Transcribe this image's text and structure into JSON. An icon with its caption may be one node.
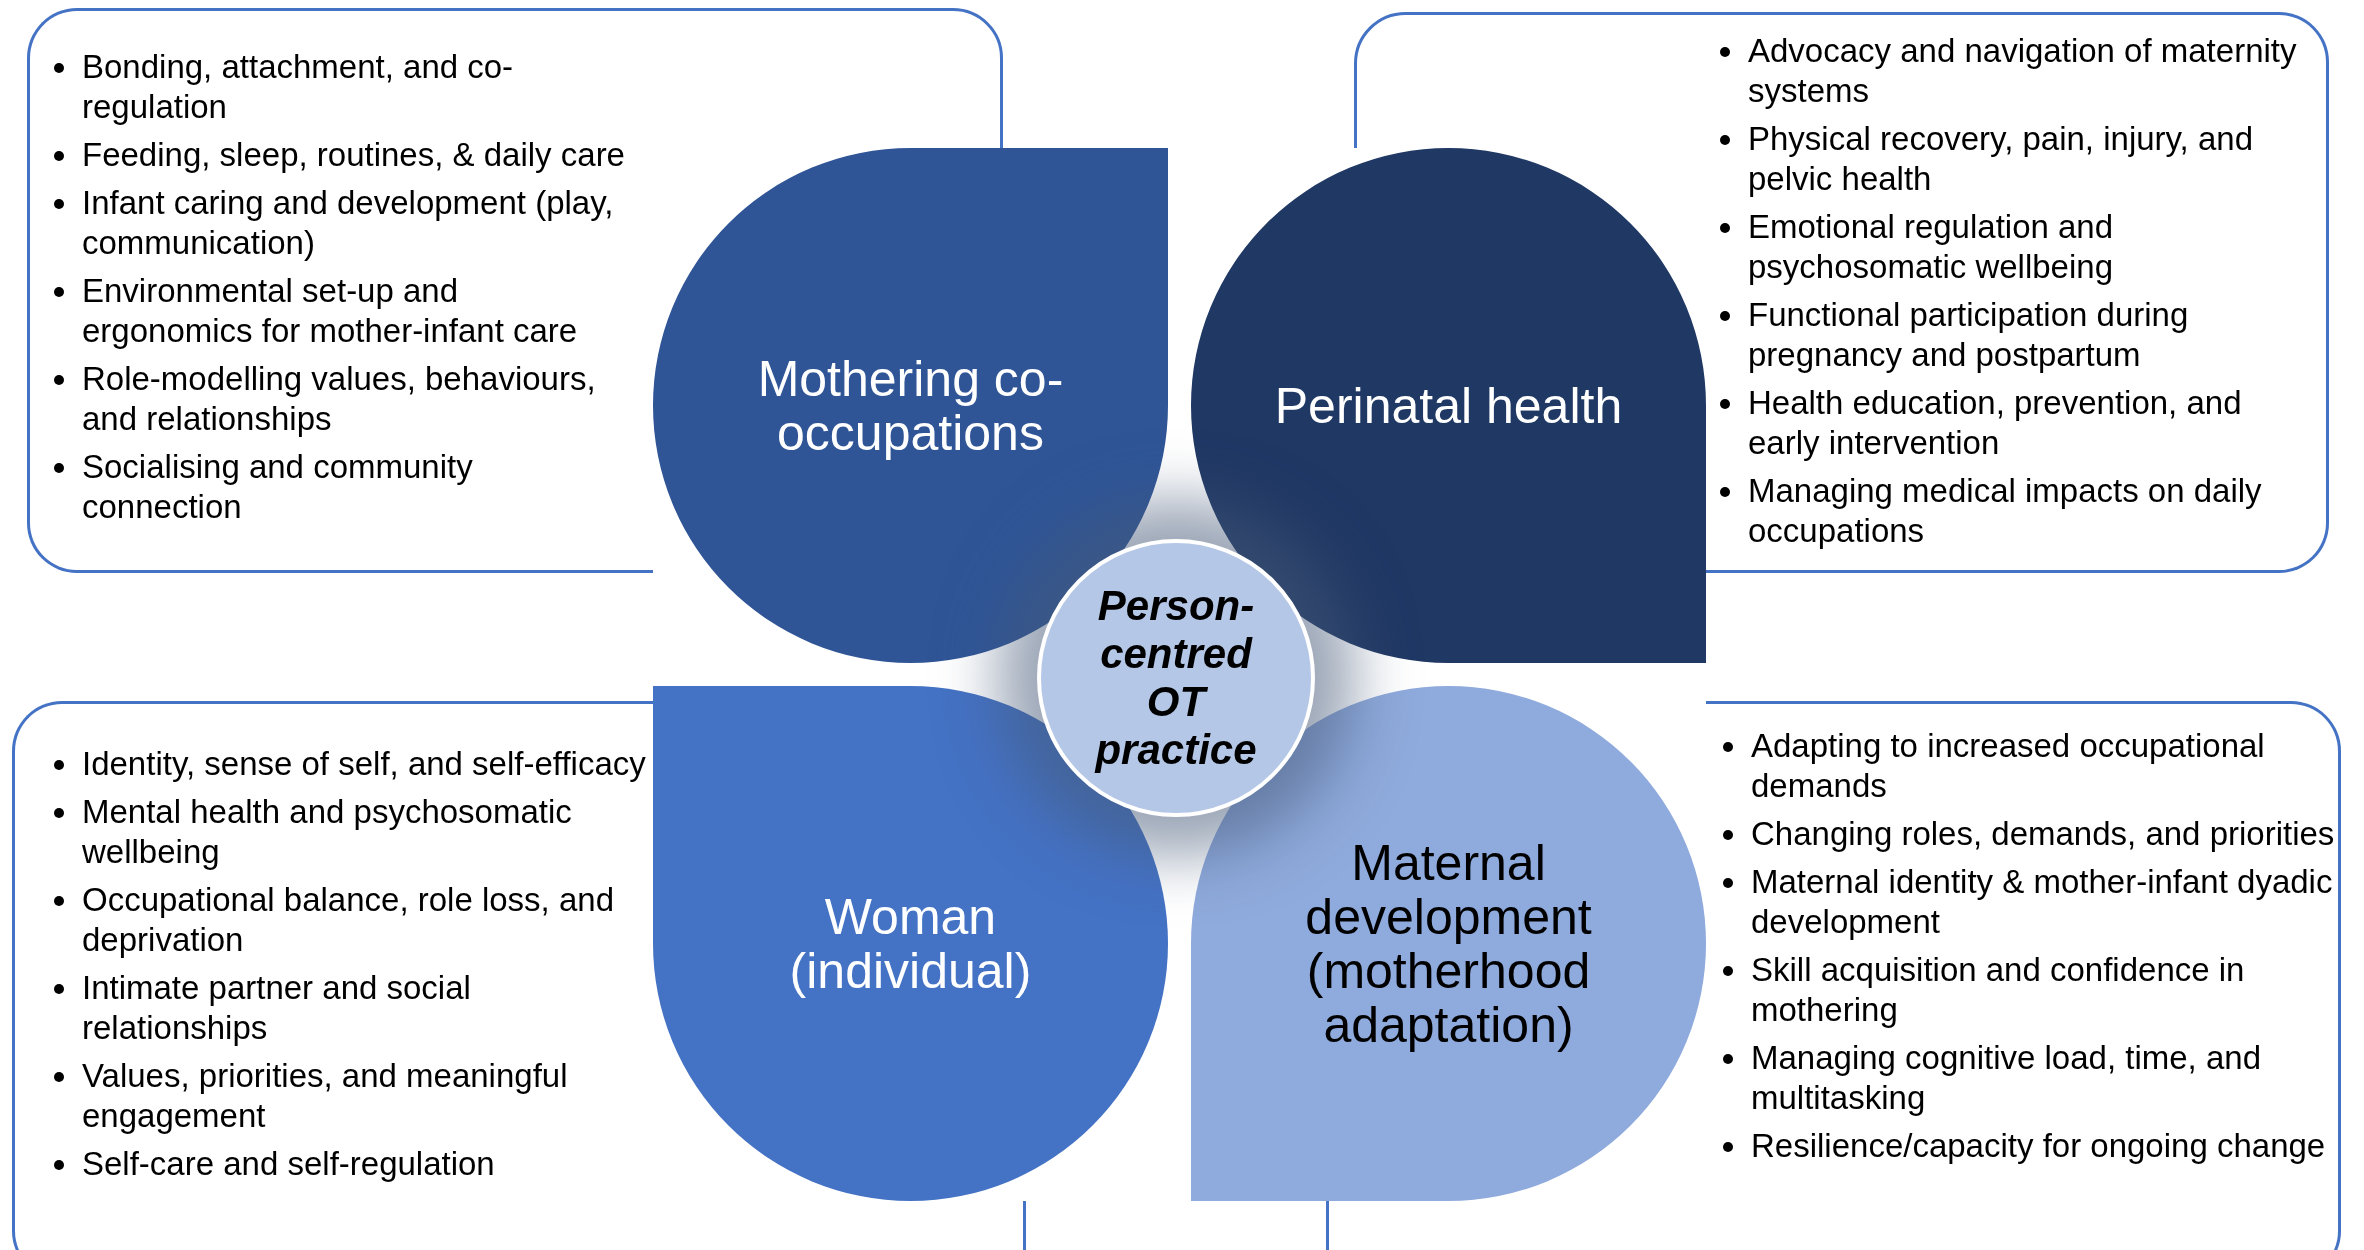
{
  "diagram": {
    "nodes": [
      {
        "text": [
          "Bonding, attachment, and co-regulation",
          "Feeding, sleep, routines, & daily care",
          "Infant caring and development (play, communication)",
          "Environmental set-up and ergonomics for mother-infant care",
          "Role-modelling values, behaviours, and relationships",
          "Socialising and community connection"
        ]
      },
      {
        "text": [
          "Mothering co-occupations"
        ]
      },
      {
        "text": [
          "Perinatal health"
        ]
      },
      {
        "text": [
          "Advocacy and navigation of maternity systems",
          "Physical recovery, pain, injury, and pelvic health",
          "Emotional regulation and psychosomatic wellbeing",
          "Functional participation during pregnancy and postpartum",
          "Health education, prevention, and early intervention",
          "Managing medical impacts on daily occupations"
        ]
      },
      {
        "text": [
          "Person-centred OT practice"
        ]
      },
      {
        "text": [
          "Identity, sense of self, and self-efficacy",
          "Mental health and psychosomatic wellbeing",
          "Occupational balance, role loss, and deprivation",
          "Intimate partner and social relationships",
          "Values, priorities, and meaningful engagement",
          "Self-care and self-regulation"
        ]
      },
      {
        "text": [
          "Woman (individual)"
        ]
      },
      {
        "text": [
          "Maternal development (motherhood adaptation)"
        ]
      },
      {
        "text": [
          "Adapting to increased occupational demands",
          "Changing roles, demands, and priorities",
          "Maternal identity & mother-infant dyadic development",
          "Skill acquisition and confidence in mothering",
          "Managing cognitive load, time, and multitasking",
          "Resilience/capacity for ongoing change"
        ]
      }
    ],
    "edges": []
  }
}
